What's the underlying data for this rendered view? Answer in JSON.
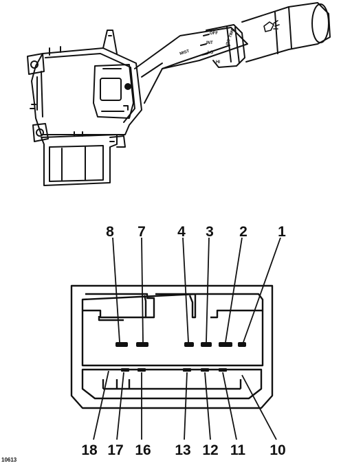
{
  "stalk_labels": {
    "off": "OFF",
    "int": "INT",
    "lo": "LO",
    "hi": "HI",
    "mist": "MIST",
    "int_time": "INT TIME"
  },
  "figure_code": "10613",
  "top_pins": [
    "8",
    "7",
    "4",
    "3",
    "2",
    "1"
  ],
  "bottom_pins": [
    "18",
    "17",
    "16",
    "13",
    "12",
    "11",
    "10"
  ]
}
